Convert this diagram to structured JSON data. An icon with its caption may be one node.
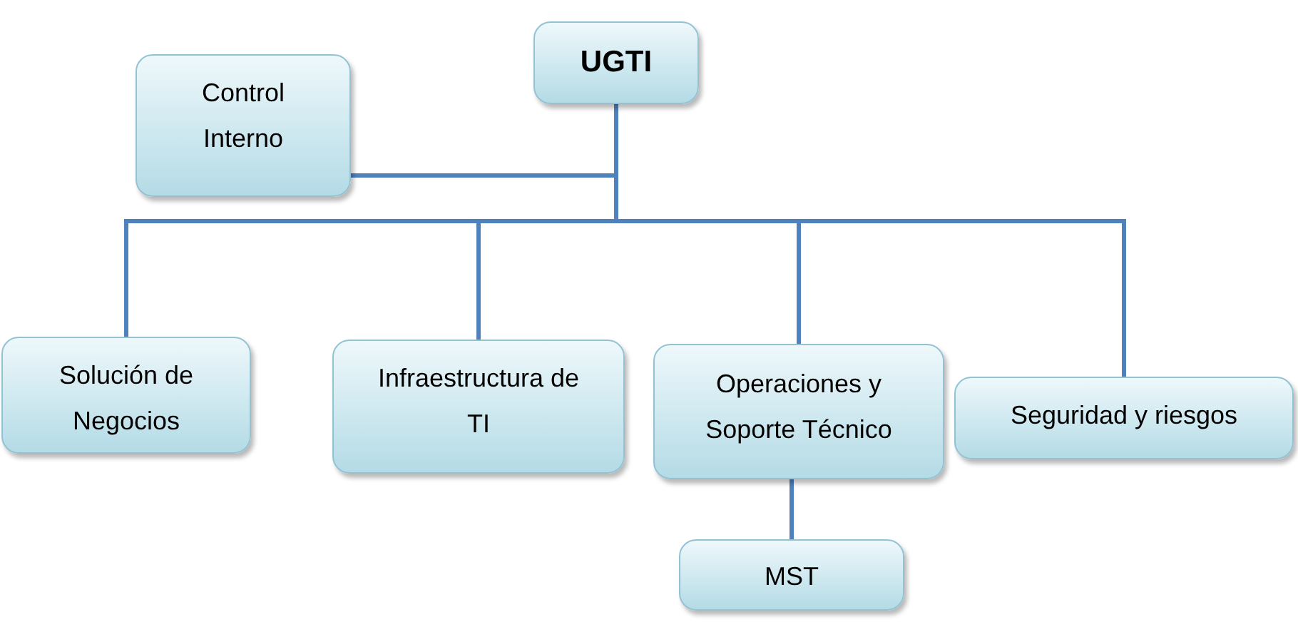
{
  "diagram": {
    "nodes": [
      {
        "text": [
          "UGTI"
        ]
      },
      {
        "text": [
          "Control Interno"
        ]
      },
      {
        "text": [
          "Solución de Negocios"
        ]
      },
      {
        "text": [
          "Infraestructura de TI"
        ]
      },
      {
        "text": [
          "Operaciones y Soporte Técnico"
        ]
      },
      {
        "text": [
          "Seguridad y riesgos"
        ]
      },
      {
        "text": [
          "MST"
        ]
      }
    ],
    "edges": [
      {
        "from": 0,
        "to": 1,
        "arrow": "none"
      },
      {
        "from": 0,
        "to": 2,
        "arrow": "none"
      },
      {
        "from": 0,
        "to": 3,
        "arrow": "none"
      },
      {
        "from": 0,
        "to": 4,
        "arrow": "none"
      },
      {
        "from": 0,
        "to": 5,
        "arrow": "none"
      },
      {
        "from": 4,
        "to": 6,
        "arrow": "none"
      }
    ]
  }
}
